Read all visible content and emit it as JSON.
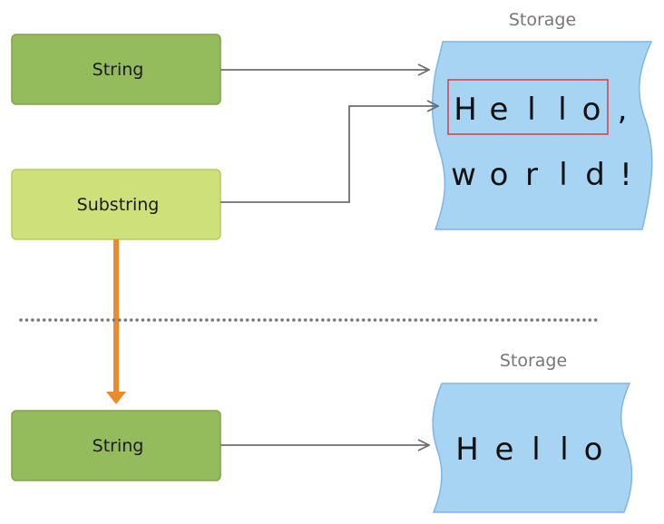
{
  "top": {
    "string_box": {
      "label": "String",
      "fill": "#94bb5c",
      "stroke": "#7ea24a"
    },
    "substring_box": {
      "label": "Substring",
      "fill": "#cde07a",
      "stroke": "#b6cc63"
    },
    "storage": {
      "label": "Storage",
      "fill": "#a6d4f2",
      "stroke": "#7db6e6",
      "line1": [
        "H",
        "e",
        "l",
        "l",
        "o",
        ","
      ],
      "line2": [
        "w",
        "o",
        "r",
        "l",
        "d",
        "!"
      ],
      "highlight_color": "#e0383e"
    }
  },
  "bottom": {
    "string_box": {
      "label": "String",
      "fill": "#94bb5c",
      "stroke": "#7ea24a"
    },
    "storage": {
      "label": "Storage",
      "fill": "#a6d4f2",
      "stroke": "#7db6e6",
      "line1": [
        "H",
        "e",
        "l",
        "l",
        "o"
      ]
    }
  },
  "colors": {
    "connector": "#6e6e6e",
    "copy_arrow": "#ec8a2e",
    "divider": "#777777"
  }
}
